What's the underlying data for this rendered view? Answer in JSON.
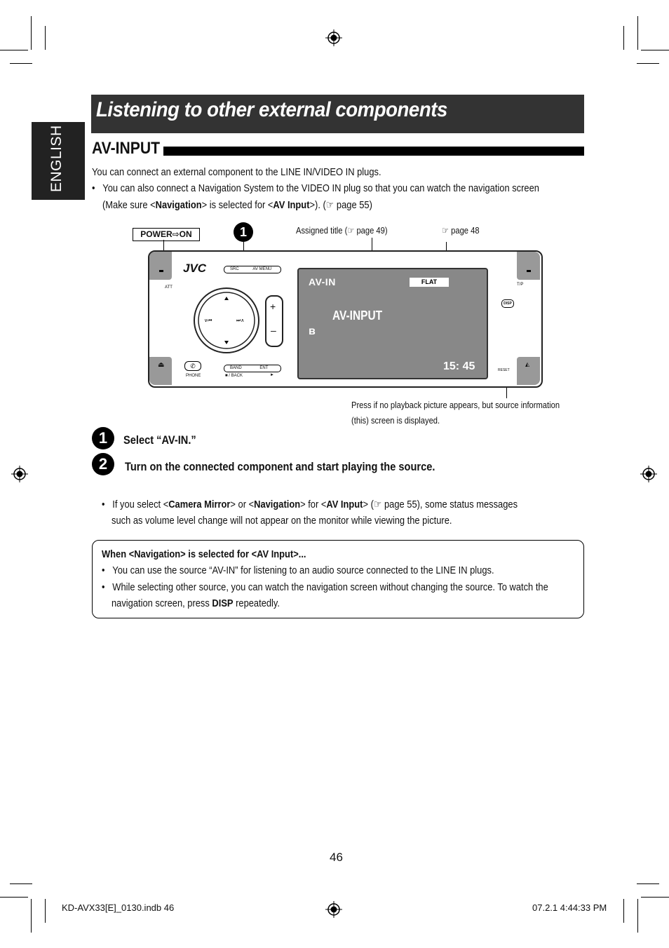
{
  "header": {
    "title": "Listening to other external components"
  },
  "side_tab": {
    "label": "ENGLISH"
  },
  "section": {
    "title": "AV-INPUT"
  },
  "intro": {
    "line1": "You can connect an external component to the LINE IN/VIDEO IN plugs.",
    "bullet_part1": "You can also connect a Navigation System to the VIDEO IN plug so that you can watch the navigation screen",
    "bullet_part2_a": "(Make sure <",
    "bullet_part2_b": "Navigation",
    "bullet_part2_c": "> is selected for <",
    "bullet_part2_d": "AV Input",
    "bullet_part2_e": ">). (☞ page 55)"
  },
  "figure": {
    "power_label": "POWER⇨ON",
    "step_marker": "1",
    "callout_assigned": "Assigned title (☞ page 49)",
    "callout_page48": "☞ page 48",
    "callout_press_line1": "Press if no playback picture appears, but source information",
    "callout_press_line2": "(this) screen is displayed.",
    "device": {
      "brand": "JVC",
      "src_label": "SRC",
      "av_menu_label": "AV MENU",
      "att_label": "ATT",
      "tp_label": "T/P",
      "disp_label": "DISP",
      "reset_label": "RESET",
      "phone_label": "PHONE",
      "band_label": "BAND",
      "ent_label": "ENT",
      "back_label": "■ / BACK",
      "play_label": "►",
      "plus_label": "+",
      "minus_label": "–",
      "screen": {
        "source": "AV-IN",
        "eq": "FLAT",
        "title": "AV-INPUT",
        "bluetooth": "ʙ",
        "clock": "15: 45"
      }
    }
  },
  "steps": [
    {
      "num": "1",
      "text": "Select “AV-IN.”"
    },
    {
      "num": "2",
      "text": "Turn on the connected component and start playing the source."
    }
  ],
  "bullet2": {
    "a": "If you select <",
    "b": "Camera Mirror",
    "c": "> or <",
    "d": "Navigation",
    "e": "> for <",
    "f": "AV Input",
    "g": "> (☞ page 55), some status messages",
    "line2": "such as volume level change will not appear on the monitor while viewing the picture."
  },
  "note": {
    "heading": "When <Navigation> is selected for <AV Input>...",
    "item1": "You can use the source “AV-IN” for listening to an audio source connected to the LINE IN plugs.",
    "item2_line1": "While selecting other source, you can watch the navigation screen without changing the source. To watch the",
    "item2_line2_a": "navigation screen, press ",
    "item2_line2_b": "DISP",
    "item2_line2_c": " repeatedly."
  },
  "page_number": "46",
  "footer": {
    "left": "KD-AVX33[E]_0130.indb   46",
    "right": "07.2.1   4:44:33 PM"
  }
}
